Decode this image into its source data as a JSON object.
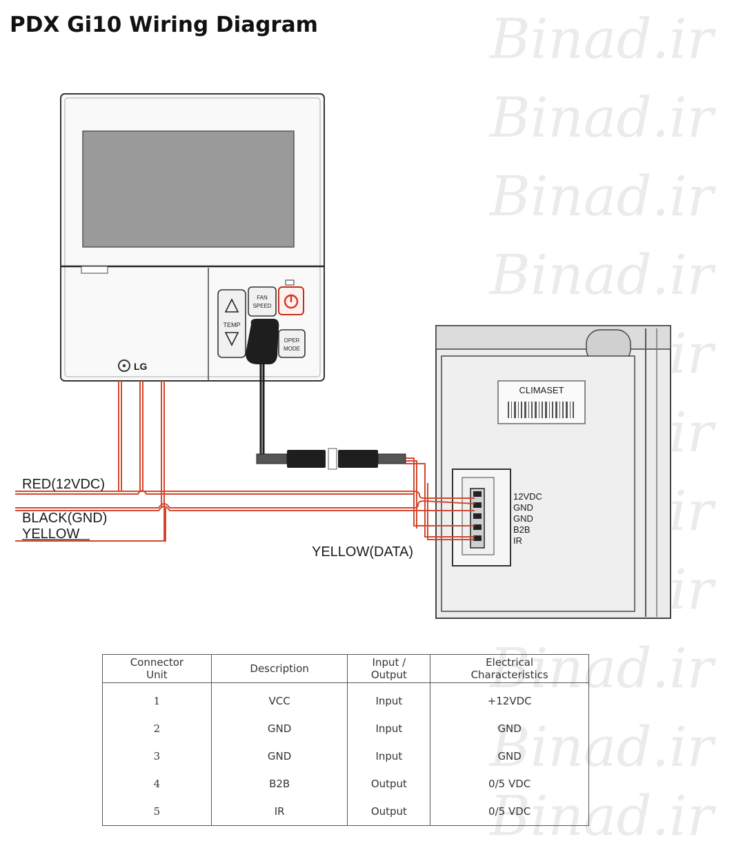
{
  "title": "PDX Gi10 Wiring Diagram",
  "watermark": "Binad.ir",
  "controller": {
    "brand": "LG",
    "buttons": {
      "fan_speed": [
        "FAN",
        "SPEED"
      ],
      "temp": "TEMP",
      "oper_mode": [
        "OPER",
        "MODE"
      ]
    }
  },
  "module": {
    "label": "CLIMASET",
    "terminals": [
      "12VDC",
      "GND",
      "GND",
      "B2B",
      "IR"
    ]
  },
  "wires": {
    "red": "RED(12VDC)",
    "black": "BLACK(GND)",
    "yellow": "YELLOW",
    "data": "YELLOW(DATA)"
  },
  "table": {
    "headers": [
      [
        "Connector",
        "Unit"
      ],
      [
        "Description"
      ],
      [
        "Input /",
        "Output"
      ],
      [
        "Electrical",
        "Characteristics"
      ]
    ],
    "rows": [
      [
        "1",
        "VCC",
        "Input",
        "+12VDC"
      ],
      [
        "2",
        "GND",
        "Input",
        "GND"
      ],
      [
        "3",
        "GND",
        "Input",
        "GND"
      ],
      [
        "4",
        "B2B",
        "Output",
        "0/5 VDC"
      ],
      [
        "5",
        "IR",
        "Output",
        "0/5 VDC"
      ]
    ]
  },
  "colors": {
    "wire_red": "#d3462e",
    "wire_dark": "#222222",
    "panel_gray": "#9a9a9a",
    "power_button": "#d8321f"
  }
}
